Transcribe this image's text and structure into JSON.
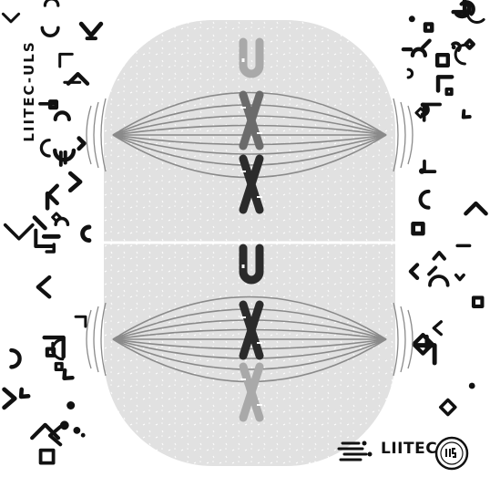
{
  "side_label": "LIITEC-ULS",
  "brand": {
    "name": "LIITEC"
  },
  "seal": {
    "text": "ULS"
  },
  "colors": {
    "background": "#ffffff",
    "cell": "#e1e1e1",
    "spindle": "#8a8a8a",
    "pattern": "#111111",
    "chrom_dark": "#2b2b2b",
    "chrom_mid": "#6b6b6b",
    "chrom_light": "#a9a9a9"
  },
  "chromosomes": [
    {
      "cell": "top",
      "shape": "u",
      "shade": "light"
    },
    {
      "cell": "top",
      "shape": "x",
      "shade": "mid"
    },
    {
      "cell": "top",
      "shape": "x",
      "shade": "dark"
    },
    {
      "cell": "bottom",
      "shape": "u",
      "shade": "dark"
    },
    {
      "cell": "bottom",
      "shape": "x",
      "shade": "dark"
    },
    {
      "cell": "bottom",
      "shape": "x",
      "shade": "light"
    }
  ]
}
